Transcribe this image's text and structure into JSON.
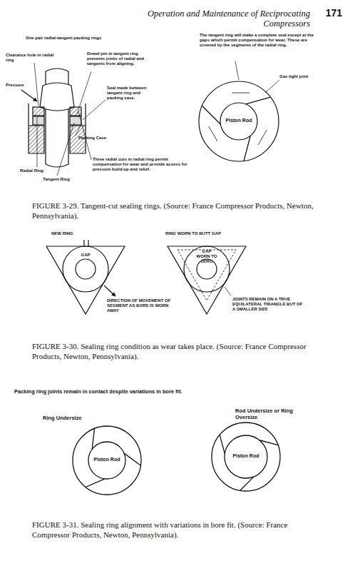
{
  "diagram": {
    "labels": [
      "Operation and Maintenance of Reciprocating Compressors",
      "171",
      "One pair radial-tangent packing rings",
      "Clearance hole in radial ring",
      "Dowel pin in tangent ring prevents joints of radial and tangents from aligning.",
      "Pressure",
      "Seal made between tangent ring and packing case.",
      "Packing Case",
      "Radial Ring",
      "Tangent Ring",
      "Three radial cuts in radial ring permit compensation for wear and provide access for pressure build-up and relief.",
      "The tangent ring will make a complete seal except at the gaps which permit compensation for wear. These are covered by the segments of the radial ring.",
      "Gas tight joint",
      "Piston Rod",
      "FIGURE 3-29. Tangent-cut sealing rings. (Source: France Compressor Products, Newton, Pennsylvania).",
      "NEW RING",
      "GAP",
      "RING WORN TO BUTT GAP",
      "GAP WORN TO ZERO",
      "DIRECTION OF MOVEMENT OF SEGMENT AS BORE IS WORN AWAY",
      "JOINTS REMAIN ON A TRUE EQUILATERAL TRIANGLE BUT OF A SMALLER SIZE",
      "FIGURE 3-30. Sealing ring condition as wear takes place. (Source: France Compressor Products, Newton, Pennsylvania).",
      "Packing ring joints remain in contact despite variations in bore fit.",
      "Ring Undersize",
      "Rod Undersize or Ring Oversize",
      "Piston Rod",
      "Piston Rod",
      "FIGURE 3-31. Sealing ring alignment with variations in bore fit. (Source: France Compressor Products, Newton, Pennsylvania)."
    ]
  }
}
